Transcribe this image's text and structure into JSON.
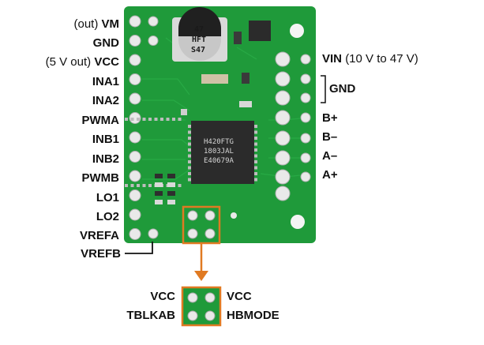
{
  "left_pins": [
    {
      "prefix": "(out)",
      "name": "VM"
    },
    {
      "prefix": "",
      "name": "GND"
    },
    {
      "prefix": "(5 V out)",
      "name": "VCC"
    },
    {
      "prefix": "",
      "name": "INA1"
    },
    {
      "prefix": "",
      "name": "INA2"
    },
    {
      "prefix": "",
      "name": "PWMA"
    },
    {
      "prefix": "",
      "name": "INB1"
    },
    {
      "prefix": "",
      "name": "INB2"
    },
    {
      "prefix": "",
      "name": "PWMB"
    },
    {
      "prefix": "",
      "name": "LO1"
    },
    {
      "prefix": "",
      "name": "LO2"
    },
    {
      "prefix": "",
      "name": "VREFA"
    },
    {
      "prefix": "",
      "name": "VREFB"
    }
  ],
  "right_pins": {
    "vin_name": "VIN",
    "vin_note": "(10 V to 47 V)",
    "gnd": "GND",
    "outputs": [
      "B+",
      "B–",
      "A–",
      "A+"
    ]
  },
  "chip": {
    "line1": "H420FTG",
    "line2": "1803JAL",
    "line3": "E40679A"
  },
  "capacitor": {
    "line1": "47",
    "line2": "HFT",
    "line3": "S47"
  },
  "jumper": {
    "top_left": "VCC",
    "top_right": "VCC",
    "bottom_left": "TBLKAB",
    "bottom_right": "HBMODE"
  },
  "colors": {
    "board": "#1f9a3a",
    "board_dark": "#167a2c",
    "pad": "#e9e9e9",
    "chip": "#2b2b2b",
    "highlight": "#e07a22"
  }
}
